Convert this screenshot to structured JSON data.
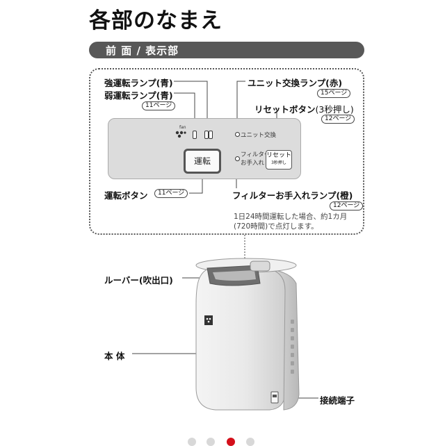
{
  "header": {
    "title": "各部のなまえ"
  },
  "section": {
    "label": "前 面 / 表示部"
  },
  "callouts": {
    "strong_lamp": "強運転ランプ(青)",
    "weak_lamp": "弱運転ランプ(青)",
    "weak_lamp_page": "11ページ",
    "unit_lamp": "ユニット交換ランプ(赤)",
    "unit_lamp_page": "15ページ",
    "reset_button": "リセットボタン",
    "reset_button_note": "(3秒押し)",
    "reset_button_page": "12ページ",
    "run_button": "運転ボタン",
    "run_button_page": "11ページ",
    "filter_lamp": "フィルターお手入れランプ(橙)",
    "filter_lamp_page": "12ページ",
    "filter_note_1": "1日24時間運転した場合、約1カ月",
    "filter_note_2": "(720時間)で点灯します。"
  },
  "panel": {
    "fan_label": "fan",
    "unit_label": "ユニット交換",
    "filter_label_1": "フィルター",
    "filter_label_2": "お手入れ",
    "run_label": "運転",
    "reset_label": "リセット",
    "reset_sub": "3秒押し"
  },
  "device": {
    "louver": "ルーバー(吹出口)",
    "body": "本 体",
    "terminal": "接続端子"
  },
  "pagination": {
    "count": 4,
    "active_index": 2
  },
  "colors": {
    "section_bar": "#585858",
    "active_dot": "#d40f1a",
    "inactive_dot": "#d8d8d8"
  }
}
